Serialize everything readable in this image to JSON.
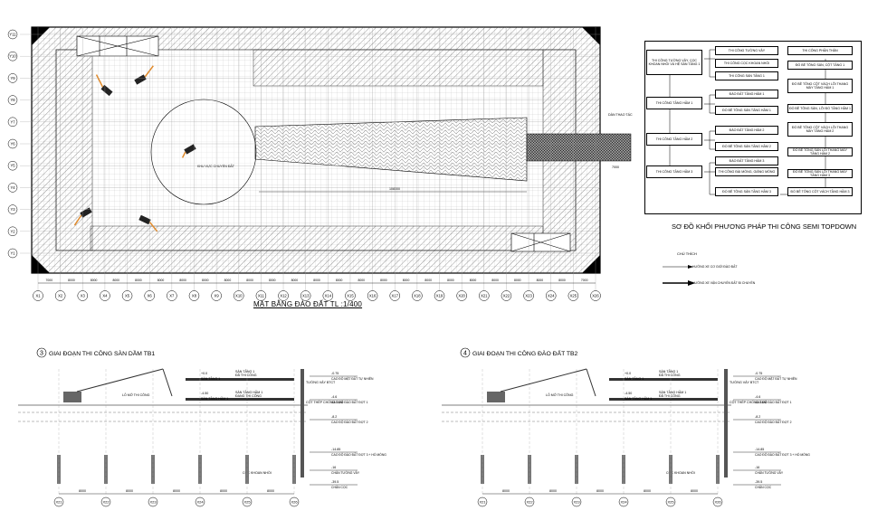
{
  "plan": {
    "title": "MẶT BẰNG ĐÀO ĐẤT TL :1/400",
    "y_axis_labels": [
      "Y11",
      "Y10",
      "Y9",
      "Y8",
      "Y7",
      "Y6",
      "Y5",
      "Y4",
      "Y3",
      "Y2",
      "Y1"
    ],
    "x_axis_labels": [
      "X1",
      "X2",
      "X3",
      "X4",
      "X5",
      "X6",
      "X7",
      "X8",
      "X9",
      "X10",
      "X11",
      "X12",
      "X13",
      "X14",
      "X15",
      "X16",
      "X17",
      "X18",
      "X19",
      "X20",
      "X21",
      "X22",
      "X23",
      "X24",
      "X25",
      "X26"
    ],
    "bottom_dims": [
      "7000",
      "8000",
      "8000",
      "8000",
      "8000",
      "8000",
      "8000",
      "8000",
      "8000",
      "8000",
      "8000",
      "8000",
      "8000",
      "8000",
      "8000",
      "8000",
      "8000",
      "8000",
      "8000",
      "8000",
      "8000",
      "8000",
      "8000",
      "8000",
      "7000"
    ],
    "circle_label": "KHU VỰC CHUYỂN ĐẤT",
    "ramp_label": "DÀN THAO TÁC",
    "ramp_dim": "7000",
    "long_dim": "108000"
  },
  "flow": {
    "title": "SƠ ĐỒ KHỐI PHƯƠNG PHÁP THI CÔNG SEMI TOPDOWN",
    "col1": [
      "THI CÔNG TƯỜNG VÂY, CỌC KHOAN NHỒI VÀ HỆ SÀN TẦNG 1",
      "THI CÔNG TẦNG HẦM 1",
      "THI CÔNG TẦNG HẦM 2",
      "THI CÔNG TẦNG HẦM 3"
    ],
    "col2": [
      "THI CÔNG TƯỜNG VÂY",
      "THI CÔNG CỌC KHOAN NHỒI",
      "THI CÔNG SÀN TẦNG 1",
      "ĐÀO ĐẤT TẦNG HẦM 1",
      "ĐỔ BÊ TÔNG SÀN TẦNG HẦM 1",
      "ĐÀO ĐẤT TẦNG HẦM 2",
      "ĐỔ BÊ TÔNG SÀN TẦNG HẦM 2",
      "ĐÀO ĐẤT TẦNG HẦM 3",
      "THI CÔNG ĐÀI MÓNG, GIẰNG MÓNG",
      "ĐỔ BÊ TÔNG SÀN TẦNG HẦM 3"
    ],
    "col3": [
      "THI CÔNG PHẦN THÂN",
      "ĐỔ BÊ TÔNG SÀN, CỘT TẦNG 1",
      "ĐỔ BÊ TÔNG CỘT VÁCH LÕI THANG MÁY TẦNG HẦM 1",
      "ĐỔ BÊ TÔNG SÀN, LÕI ĐỔ TẦNG HẦM 1",
      "ĐỔ BÊ TÔNG CỘT VÁCH LÕI THANG MÁY TẦNG HẦM 2",
      "ĐỔ BÊ TÔNG SÀN LÕI THANG MÁY TẦNG HẦM 2",
      "ĐỔ BÊ TÔNG SÀN LÕI THANG MÁY TẦNG HẦM 3",
      "ĐỔ BÊ TÔNG CỘT VÁCH TẦNG HẦM 3"
    ]
  },
  "legend": {
    "title": "CHÚ THÍCH",
    "item1": "HƯỚNG XE CƠ GIỚI ĐÀO ĐẤT",
    "item2": "HƯỚNG XE VẬN CHUYỂN ĐẤT ĐI CHUYỂN"
  },
  "section3": {
    "number": "3",
    "title": "GIAI ĐOẠN THI CÔNG SÀN DẦM TB1",
    "pump_label": "LỖ MỞ THI CÔNG",
    "slab1": "SÀN TẦNG 1\nĐÃ THI CÔNG",
    "slab2": "SÀN TẦNG HẦM 1\nĐANG THI CÔNG",
    "lvl1_tag": "+0.0",
    "lvl1_name": "SÀN TẦNG 1",
    "lvl2_tag": "-4.50",
    "lvl2_name": "SÀN TẦNG HẦM 1",
    "wall_label": "TƯỜNG VÂY BTCT",
    "col_label": "CỘT THÉP CHỐNG TẠM",
    "pile_label": "CỌC KHOAN NHỒI",
    "right_levels": [
      "-0.75",
      "-4.6",
      "-8.2",
      "-14.85",
      "-16",
      "-39.5"
    ],
    "right_texts": [
      "CAO ĐỘ MẶT ĐẤT TỰ NHIÊN",
      "CAO ĐỘ ĐÀO ĐẤT ĐỢT 1",
      "CAO ĐỘ ĐÀO ĐẤT ĐỢT 2",
      "CAO ĐỘ ĐÀO ĐẤT ĐỢT 3 + HỐ MÓNG",
      "CHÂN TƯỜNG VÂY",
      "CHÂN CỌC"
    ],
    "axes": [
      "X21",
      "X22",
      "X23",
      "X24",
      "X25",
      "X26"
    ],
    "dims": [
      "8000",
      "8000",
      "8000",
      "8000",
      "8000"
    ]
  },
  "section4": {
    "number": "4",
    "title": "GIAI ĐOẠN THI CÔNG ĐÀO ĐẤT TB2",
    "pump_label": "LỖ MỞ THI CÔNG",
    "slab1": "SÀN TẦNG 1\nĐÃ THI CÔNG",
    "slab2": "SÀN TẦNG HẦM 1\nĐÃ THI CÔNG",
    "lvl1_tag": "+0.0",
    "lvl1_name": "SÀN TẦNG 1",
    "lvl2_tag": "-4.50",
    "lvl2_name": "SÀN TẦNG HẦM 1",
    "wall_label": "TƯỜNG VÂY BTCT",
    "col_label": "CỘT THÉP CHỐNG TẠM",
    "pile_label": "CỌC KHOAN NHỒI",
    "right_levels": [
      "-0.75",
      "-4.6",
      "-8.2",
      "-14.85",
      "-16",
      "-39.5"
    ],
    "right_texts": [
      "CAO ĐỘ MẶT ĐẤT TỰ NHIÊN",
      "CAO ĐỘ ĐÀO ĐẤT ĐỢT 1",
      "CAO ĐỘ ĐÀO ĐẤT ĐỢT 2",
      "CAO ĐỘ ĐÀO ĐẤT ĐỢT 3 + HỐ MÓNG",
      "CHÂN TƯỜNG VÂY",
      "CHÂN CỌC"
    ],
    "axes": [
      "X21",
      "X22",
      "X23",
      "X24",
      "X25",
      "X26"
    ],
    "dims": [
      "8000",
      "8000",
      "8000",
      "8000",
      "8000"
    ]
  }
}
